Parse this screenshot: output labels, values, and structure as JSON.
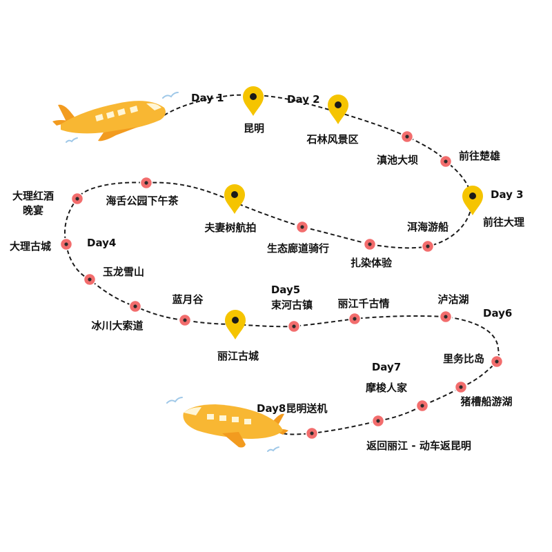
{
  "days": {
    "d1": "Day 1",
    "d2": "Day 2",
    "d3": "Day 3",
    "d4": "Day4",
    "d5": "Day5",
    "d6": "Day6",
    "d7": "Day7",
    "d8": "Day8昆明送机"
  },
  "stops": {
    "kunming": "昆明",
    "shilin": "石林风景区",
    "dianchi": "滇池大坝",
    "chuxiong": "前往楚雄",
    "dali": "前往大理",
    "erhai_boat": "洱海游船",
    "zharan": "扎染体验",
    "ecology": "生态廊道骑行",
    "fuqishu": "夫妻树航拍",
    "haishe": "海舌公园下午茶",
    "wine": "大理红酒\n晚宴",
    "dali_old": "大理古城",
    "yulong": "玉龙雪山",
    "glacier": "冰川大索道",
    "lanyue": "蓝月谷",
    "lijiang_old": "丽江古城",
    "shuhe": "束河古镇",
    "qiangu": "丽江千古情",
    "lugu": "泸沽湖",
    "liwubi": "里务比岛",
    "pig_boat": "猪槽船游湖",
    "mosuo": "摩梭人家",
    "return": "返回丽江 - 动车返昆明"
  },
  "colors": {
    "route": "#1a1a1a",
    "stop_fill": "#f26d6d",
    "stop_dot": "#2b2b2b",
    "pin": "#f5c400",
    "plane_body": "#f8b733",
    "plane_accent": "#f29b1f",
    "bird": "#9fc8e8"
  },
  "icons": [
    "plane-icon",
    "map-pin-icon",
    "seagull-icon"
  ]
}
